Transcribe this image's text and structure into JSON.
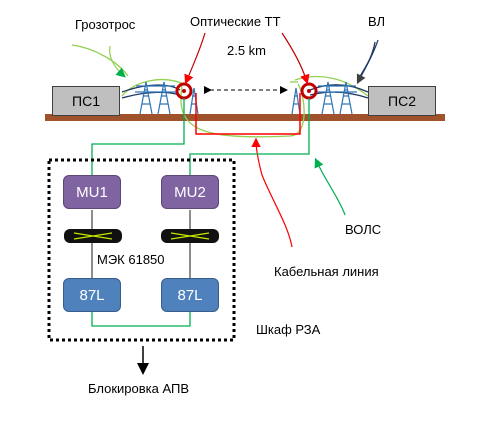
{
  "labels": {
    "ground_wire": "Грозотрос",
    "optical_ct": "Оптические ТТ",
    "overhead_line": "ВЛ",
    "distance": "2.5 km",
    "fiber_line": "ВОЛС",
    "cable_line": "Кабельная линия",
    "protocol": "МЭК 61850",
    "cabinet": "Шкаф РЗА",
    "blocking": "Блокировка АПВ"
  },
  "substations": {
    "left": "ПС1",
    "right": "ПС2"
  },
  "devices": {
    "mu1": "MU1",
    "mu2": "MU2",
    "relay1": "87L",
    "relay2": "87L"
  },
  "colors": {
    "busbar": "#a0522d",
    "substation_fill": "#bfbfbf",
    "merging_unit": "#8064a2",
    "relay": "#4f81bd",
    "fiber": "#00b050",
    "cable": "#ff0000",
    "ground_wire": "#92d050",
    "overhead_line": "#1f3864",
    "tower": "#2e75b6"
  }
}
